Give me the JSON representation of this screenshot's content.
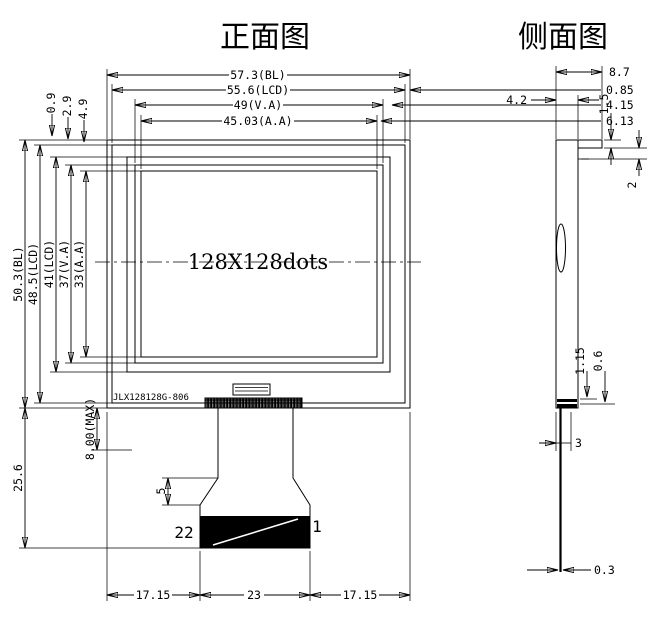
{
  "titles": {
    "front": "正面图",
    "side": "侧面图"
  },
  "front": {
    "display_text": "128X128dots",
    "model": "JLX128128G-806",
    "width_bl": "57.3(BL)",
    "width_lcd": "55.6(LCD)",
    "width_va": "49(V.A)",
    "width_aa": "45.03(A.A)",
    "offset_lcd": "0.85",
    "offset_va": "4.15",
    "offset_aa": "6.13",
    "gap1": "0.9",
    "gap2": "2.9",
    "gap3": "4.9",
    "height_bl": "50.3(BL)",
    "height_lcd": "48.5(LCD)",
    "height_window": "41(LCD)",
    "height_va": "37(V.A)",
    "height_aa": "33(A.A)",
    "tail_height": "25.6",
    "thickness_max": "8.00(MAX)",
    "flare_height": "5",
    "pin_last": "22",
    "pin_first": "1",
    "foot_left": "17.15",
    "foot_center": "23",
    "foot_right": "17.15"
  },
  "side": {
    "total_thickness": "8.7",
    "panel_thickness": "4.2",
    "top_lip": "1.5",
    "top_step": "2",
    "strip_a": "1.15",
    "strip_b": "0.6",
    "bottom_offset": "3",
    "fpc_thickness": "0.3"
  }
}
